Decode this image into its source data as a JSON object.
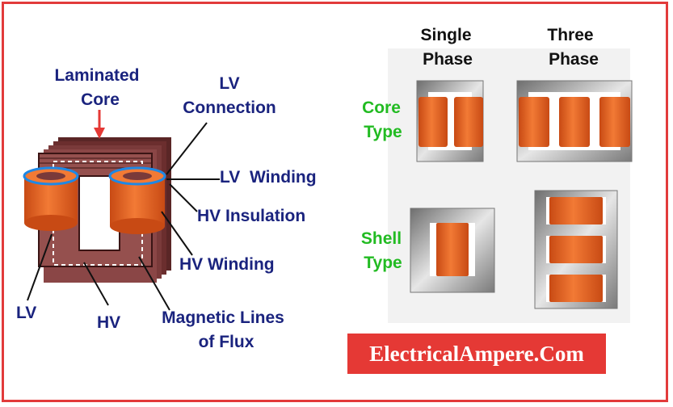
{
  "labels": {
    "laminated_core_1": "Laminated",
    "laminated_core_2": "Core",
    "lv_connection_1": "LV",
    "lv_connection_2": "Connection",
    "lv_winding": "LV  Winding",
    "hv_insulation": "HV Insulation",
    "hv_winding": "HV Winding",
    "lv": "LV",
    "hv": "HV",
    "flux_1": "Magnetic Lines",
    "flux_2": "of Flux"
  },
  "table": {
    "col_single_1": "Single",
    "col_single_2": "Phase",
    "col_three_1": "Three",
    "col_three_2": "Phase",
    "row_core_1": "Core",
    "row_core_2": "Type",
    "row_shell_1": "Shell",
    "row_shell_2": "Type"
  },
  "brand": "ElectricalAmpere.Com",
  "colors": {
    "border": "#e23b3b",
    "label_text": "#1a237e",
    "type_text": "#22bb22",
    "winding": "#e8682a",
    "core": "#7a3a3a",
    "brand_bg": "#e53935"
  }
}
